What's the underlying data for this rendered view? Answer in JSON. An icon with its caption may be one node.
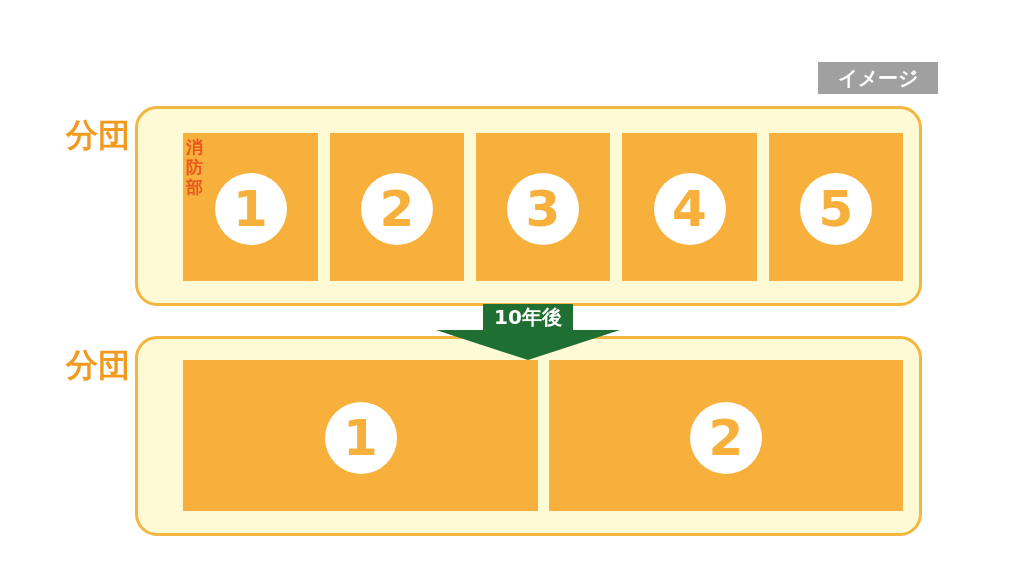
{
  "diagram": {
    "nodes": [
      {
        "text": [
          "分団"
        ]
      },
      {
        "text": [
          "消防部",
          "1"
        ],
        "in": 0
      },
      {
        "text": [
          "2"
        ],
        "in": 0
      },
      {
        "text": [
          "3"
        ],
        "in": 0
      },
      {
        "text": [
          "4"
        ],
        "in": 0
      },
      {
        "text": [
          "5"
        ],
        "in": 0
      },
      {
        "text": [
          "分団"
        ]
      },
      {
        "text": [
          "1"
        ],
        "in": 6
      },
      {
        "text": [
          "2"
        ],
        "in": 6
      }
    ],
    "edges": [
      {
        "from": 0,
        "to": 6,
        "arrow": "to",
        "label": "10年後",
        "color": "#1f6f32"
      }
    ],
    "labels": [
      "イメージ"
    ]
  }
}
